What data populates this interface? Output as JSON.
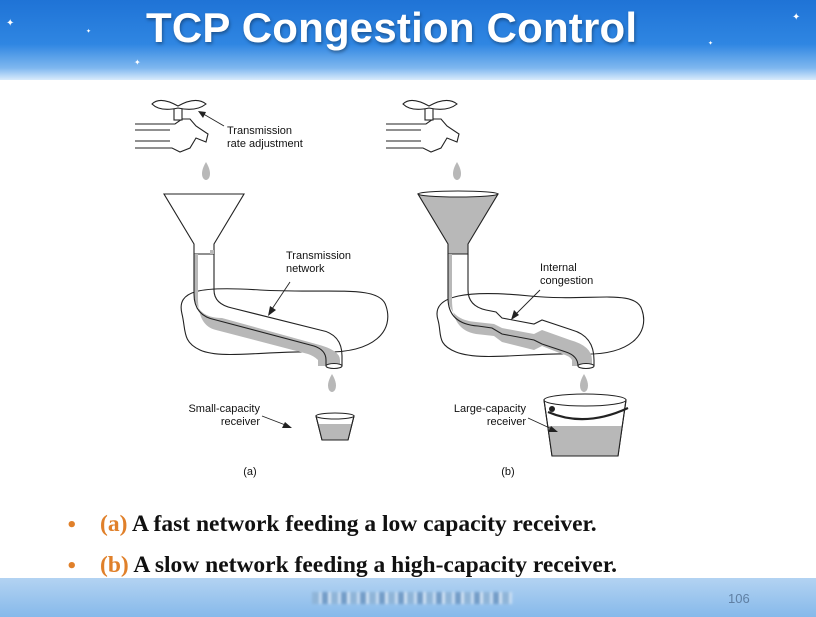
{
  "slide": {
    "title": "TCP Congestion Control",
    "slide_number": "106"
  },
  "colors": {
    "accent": "#e0802a",
    "header_blue": "#2f86e2",
    "fluid_gray": "#b8b8b8"
  },
  "diagram": {
    "labels": {
      "rate_adjustment": [
        "Transmission",
        "rate adjustment"
      ],
      "network": [
        "Transmission",
        "network"
      ],
      "congestion": [
        "Internal",
        "congestion"
      ],
      "small_receiver": [
        "Small-capacity",
        "receiver"
      ],
      "large_receiver": [
        "Large-capacity",
        "receiver"
      ],
      "caption_a": "(a)",
      "caption_b": "(b)"
    }
  },
  "bullets": [
    {
      "tag": "(a)",
      "text": " A fast network feeding a low capacity receiver."
    },
    {
      "tag": "(b)",
      "text": " A slow network feeding a high-capacity receiver."
    }
  ]
}
